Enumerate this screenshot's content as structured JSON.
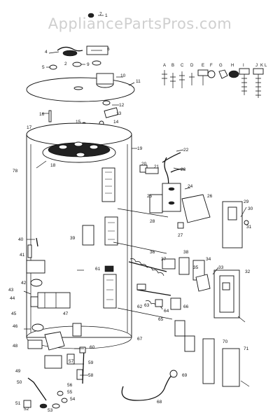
{
  "watermark": "AppliancePartsPros.com",
  "hardware_letters": [
    "A",
    "B",
    "C",
    "D",
    "E",
    "F",
    "G",
    "H",
    "I",
    "J",
    "K",
    "L"
  ],
  "labels": [
    "1",
    "2",
    "4",
    "5",
    "6",
    "7",
    "9",
    "10",
    "11",
    "12",
    "13",
    "14",
    "15",
    "16",
    "17",
    "18",
    "19",
    "20",
    "21",
    "22",
    "23",
    "24",
    "25",
    "26",
    "27",
    "28",
    "29",
    "30",
    "31",
    "32",
    "33",
    "34",
    "35",
    "36",
    "37",
    "38",
    "39",
    "40",
    "41",
    "42",
    "43",
    "44",
    "45",
    "46",
    "47",
    "48",
    "49",
    "50",
    "51",
    "52",
    "53",
    "54",
    "55",
    "56",
    "57",
    "58",
    "59",
    "60",
    "61",
    "62",
    "63",
    "64",
    "65",
    "66",
    "67",
    "68",
    "69",
    "70",
    "71",
    "78"
  ]
}
